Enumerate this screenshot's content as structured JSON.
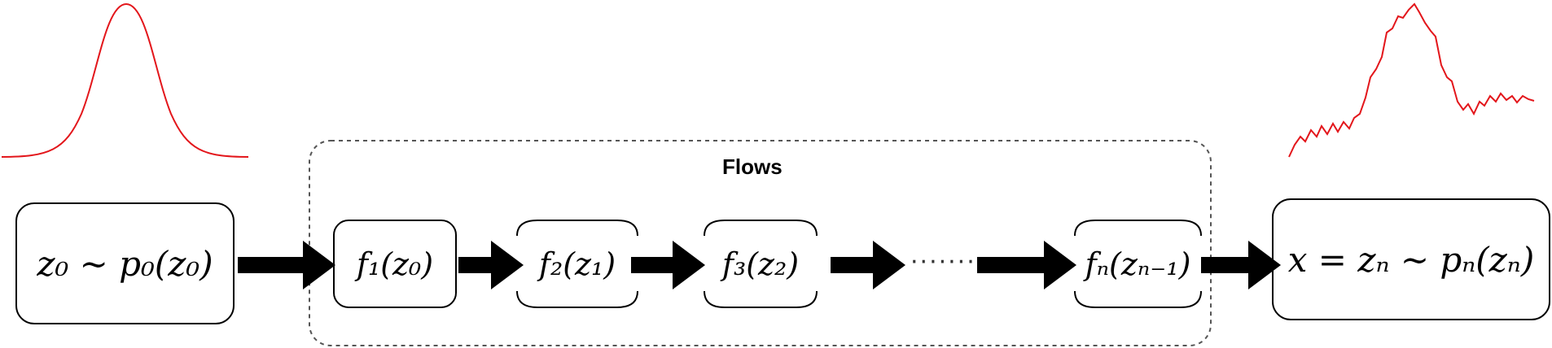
{
  "source": {
    "label": "z₀ ~ p₀(z₀)"
  },
  "target": {
    "label": "x = zₙ ~ pₙ(zₙ)"
  },
  "flows": {
    "title": "Flows",
    "steps": [
      {
        "label": "f₁(z₀)"
      },
      {
        "label": "f₂(z₁)"
      },
      {
        "label": "f₃(z₂)"
      },
      {
        "label": "fₙ(zₙ₋₁)"
      }
    ],
    "ellipsis": "·······"
  },
  "curves": {
    "color": "#e3161b",
    "input_curve": "gaussian",
    "output_curve": "multimodal"
  },
  "colors": {
    "arrow": "#000000",
    "box_border": "#000000",
    "flows_border": "#555555"
  }
}
